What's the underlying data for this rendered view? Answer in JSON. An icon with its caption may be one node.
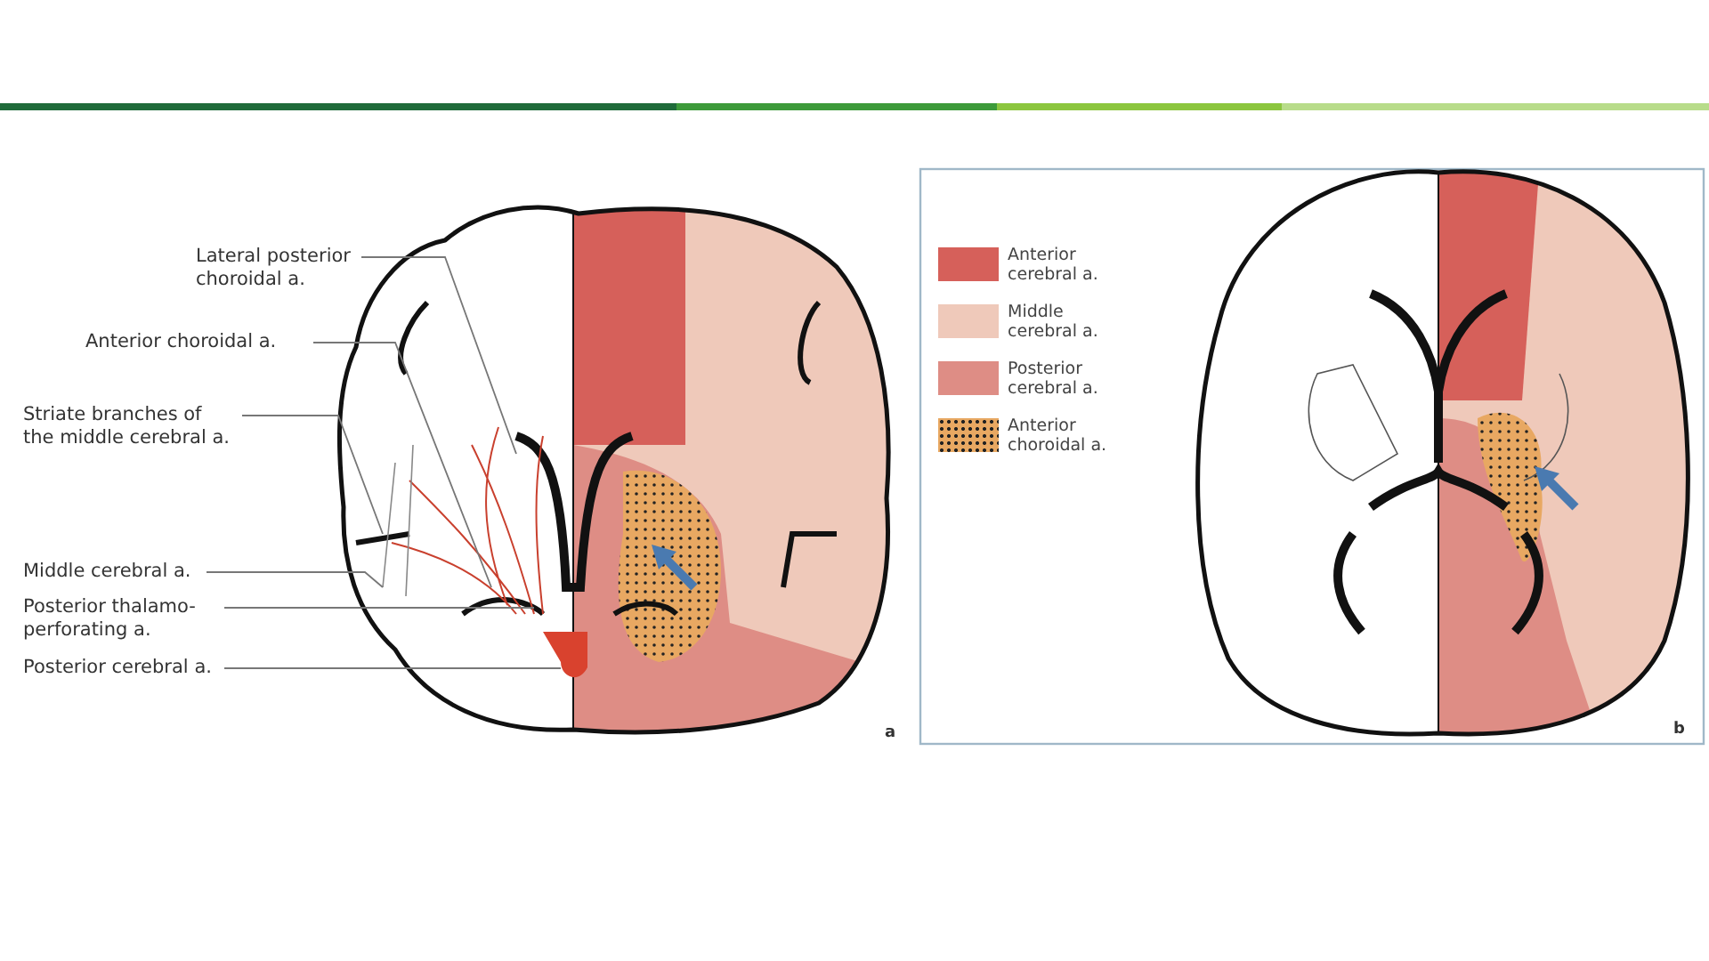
{
  "diagram": {
    "nodes": [
      {
        "text": [
          "Lateral posterior choroidal a."
        ]
      },
      {
        "text": [
          "Anterior choroidal a."
        ]
      },
      {
        "text": [
          "Striate branches of the middle cerebral a."
        ]
      },
      {
        "text": [
          "Middle cerebral a."
        ]
      },
      {
        "text": [
          "Posterior thalamo- perforating a."
        ]
      },
      {
        "text": [
          "Posterior cerebral a."
        ]
      }
    ],
    "edges": [
      {
        "from": 0,
        "to": null,
        "arrow": "none"
      },
      {
        "from": 1,
        "to": null,
        "arrow": "none"
      },
      {
        "from": 2,
        "to": null,
        "arrow": "none"
      },
      {
        "from": 3,
        "to": null,
        "arrow": "none"
      },
      {
        "from": 4,
        "to": null,
        "arrow": "none"
      },
      {
        "from": 5,
        "to": null,
        "arrow": "none"
      }
    ],
    "labels": [
      "a",
      "b"
    ],
    "legend": [
      {
        "text": "Anterior cerebral a.",
        "color": "#d6605a"
      },
      {
        "text": "Middle cerebral a.",
        "color": "#efc9ba"
      },
      {
        "text": "Posterior cerebral a.",
        "color": "#de8d85"
      },
      {
        "text": "Anterior choroidal a."
      }
    ]
  }
}
